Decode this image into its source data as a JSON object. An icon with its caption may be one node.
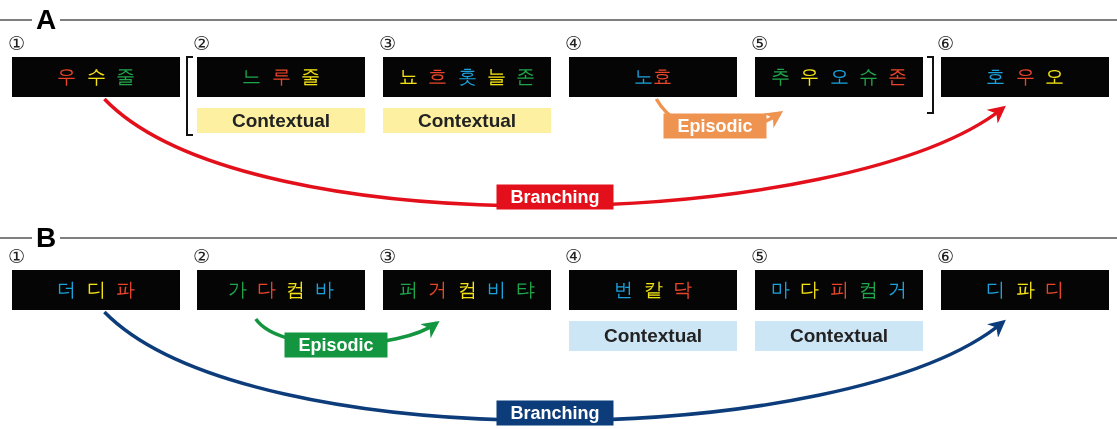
{
  "diagram": {
    "nodes": [
      {
        "text": [
          "우 수 줄"
        ],
        "beside": [
          "①"
        ]
      },
      {
        "text": [
          "느 루 줄"
        ],
        "beside": [
          "②"
        ]
      },
      {
        "text": [
          "Contextual"
        ]
      },
      {
        "text": [
          "뇨 흐 홋 늘 존"
        ],
        "beside": [
          "③"
        ]
      },
      {
        "text": [
          "Contextual"
        ]
      },
      {
        "text": [
          "노효"
        ],
        "beside": [
          "④"
        ]
      },
      {
        "text": [
          "추 우 오 슈 존"
        ],
        "beside": [
          "⑤"
        ]
      },
      {
        "text": [
          "호 우 오"
        ],
        "beside": [
          "⑥"
        ]
      },
      {
        "text": [
          "더 디 파"
        ],
        "beside": [
          "①"
        ]
      },
      {
        "text": [
          "가 다 컴 바"
        ],
        "beside": [
          "②"
        ]
      },
      {
        "text": [
          "퍼 거 컴 비 탸"
        ],
        "beside": [
          "③"
        ]
      },
      {
        "text": [
          "번 캍 닥"
        ],
        "beside": [
          "④"
        ]
      },
      {
        "text": [
          "Contextual"
        ]
      },
      {
        "text": [
          "마 다 피 컴 거"
        ],
        "beside": [
          "⑤"
        ]
      },
      {
        "text": [
          "Contextual"
        ]
      },
      {
        "text": [
          "디 파 디"
        ],
        "beside": [
          "⑥"
        ]
      }
    ],
    "edges": [
      {
        "from": 0,
        "to": 7,
        "arrow": "to",
        "label": "Branching",
        "color": "#e3101b"
      },
      {
        "from": 5,
        "to": 6,
        "arrow": "to",
        "label": "Episodic",
        "color": "#ef9350"
      },
      {
        "from": 8,
        "to": 15,
        "arrow": "to",
        "label": "Branching",
        "color": "#0d3c7b"
      },
      {
        "from": 9,
        "to": 10,
        "arrow": "to",
        "label": "Episodic",
        "color": "#14953f"
      }
    ],
    "labels": [
      "A",
      "B"
    ]
  }
}
